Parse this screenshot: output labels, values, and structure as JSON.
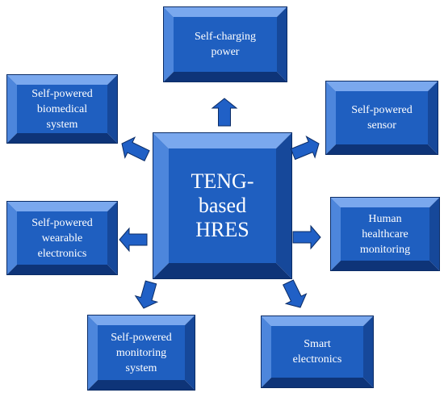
{
  "center": {
    "label": "TENG-\nbased\nHRES"
  },
  "nodes": [
    {
      "id": "self-charging-power",
      "label": "Self-charging\npower"
    },
    {
      "id": "self-powered-biomedical-system",
      "label": "Self-powered\nbiomedical\nsystem"
    },
    {
      "id": "self-powered-sensor",
      "label": "Self-powered\nsensor"
    },
    {
      "id": "self-powered-wearable-electronics",
      "label": "Self-powered\nwearable\nelectronics"
    },
    {
      "id": "human-healthcare-monitoring",
      "label": "Human\nhealthcare\nmonitoring"
    },
    {
      "id": "self-powered-monitoring-system",
      "label": "Self-powered\nmonitoring\nsystem"
    },
    {
      "id": "smart-electronics",
      "label": "Smart\nelectronics"
    }
  ],
  "colors": {
    "face": "#1f5fc0",
    "top": "#7aa8ee",
    "left": "#4d86dc",
    "right": "#16489a",
    "bottom": "#0e3478",
    "outline": "#0b2c66",
    "arrow": "#2060c6"
  }
}
